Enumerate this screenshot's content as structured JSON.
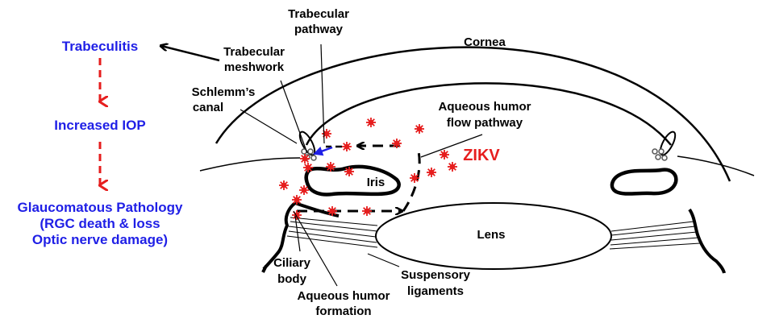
{
  "left_panel": {
    "trabeculitis": "Trabeculitis",
    "increased_iop": "Increased IOP",
    "glaucoma_line1": "Glaucomatous Pathology",
    "glaucoma_line2": "(RGC death & loss",
    "glaucoma_line3": "Optic nerve damage)"
  },
  "labels": {
    "trabecular_pathway_1": "Trabecular",
    "trabecular_pathway_2": "pathway",
    "trabecular_meshwork_1": "Trabecular",
    "trabecular_meshwork_2": "meshwork",
    "schlemm_1": "Schlemm’s",
    "schlemm_2": "canal",
    "cornea": "Cornea",
    "aqueous_flow_1": "Aqueous humor",
    "aqueous_flow_2": "flow pathway",
    "zikv": "ZIKV",
    "iris": "Iris",
    "lens": "Lens",
    "ciliary_1": "Ciliary",
    "ciliary_2": "body",
    "suspensory_1": "Suspensory",
    "suspensory_2": "ligaments",
    "aqueous_formation_1": "Aqueous humor",
    "aqueous_formation_2": "formation"
  },
  "colors": {
    "blue_text": "#1f1fe6",
    "red_arrow": "#e61e1e",
    "virus_red": "#e61e1e"
  }
}
